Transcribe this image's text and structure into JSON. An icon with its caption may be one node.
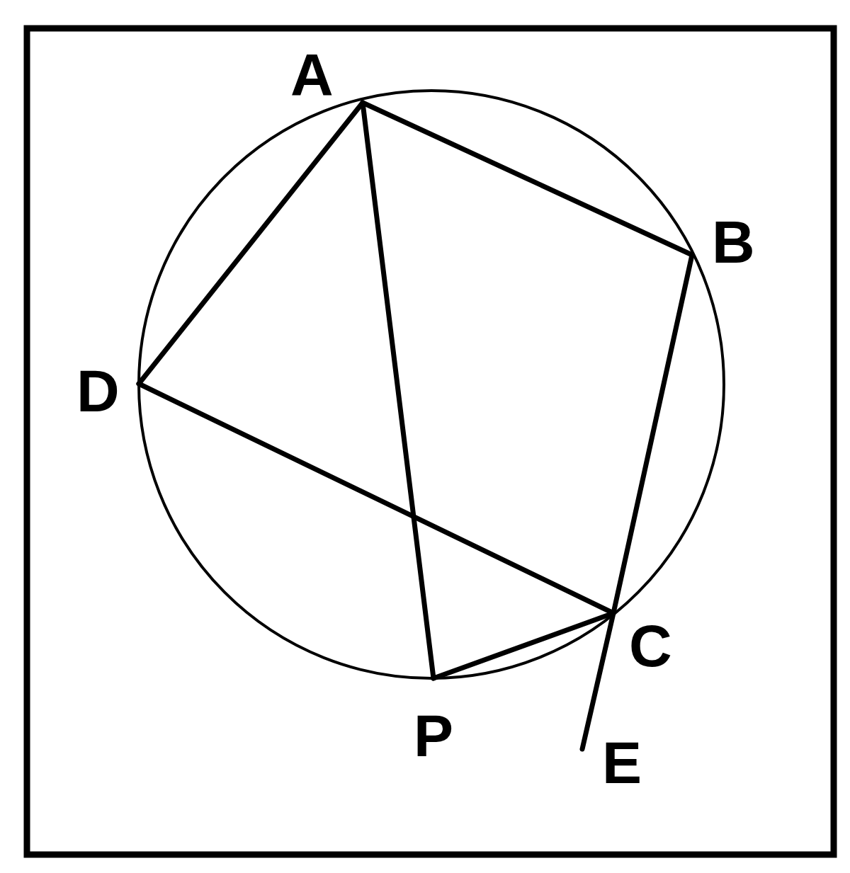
{
  "diagram": {
    "nodes": [
      {
        "text": [
          "A"
        ]
      },
      {
        "text": [
          "B"
        ]
      },
      {
        "text": [
          "D"
        ]
      },
      {
        "text": [
          "C"
        ]
      },
      {
        "text": [
          "P"
        ]
      },
      {
        "text": [
          "E"
        ]
      }
    ],
    "edges": [
      {
        "from": 0,
        "to": 1,
        "arrow": "none"
      },
      {
        "from": 0,
        "to": 2,
        "arrow": "none"
      },
      {
        "from": 0,
        "to": 4,
        "arrow": "none"
      },
      {
        "from": 1,
        "to": 3,
        "arrow": "none"
      },
      {
        "from": 2,
        "to": 3,
        "arrow": "none"
      },
      {
        "from": 4,
        "to": 3,
        "arrow": "none"
      },
      {
        "from": 3,
        "to": 5,
        "arrow": "none"
      }
    ]
  }
}
